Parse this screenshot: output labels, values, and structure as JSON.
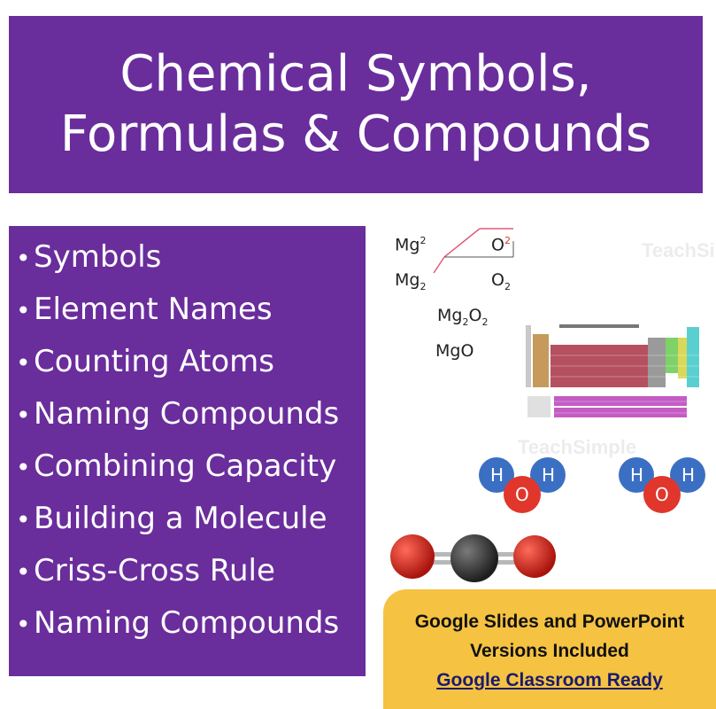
{
  "title": {
    "line1": "Chemical Symbols,",
    "line2": "Formulas & Compounds"
  },
  "topics": [
    "Symbols",
    "Element Names",
    "Counting Atoms",
    "Naming Compounds",
    "Combining Capacity",
    "Building a Molecule",
    "Criss-Cross Rule",
    "Naming Compounds"
  ],
  "formulas": {
    "mg": "Mg",
    "mg_charge": "2",
    "o": "O",
    "o_charge": "2",
    "mg2": "Mg",
    "mg2_sub": "2",
    "o2": "O",
    "o2_sub": "2",
    "combined_mg": "Mg",
    "combined_mg_sub": "2",
    "combined_o": "O",
    "combined_o_sub": "2",
    "final": "MgO"
  },
  "molecule_labels": {
    "hydrogen": "H",
    "oxygen": "O"
  },
  "badge": {
    "line1": "Google Slides and PowerPoint",
    "line2": "Versions Included",
    "line3": "Google Classroom Ready"
  },
  "watermark": "TeachSimple",
  "colors": {
    "banner": "#6a2d9c",
    "badge": "#f5c242",
    "hydrogen": "#3b6fc4",
    "oxygen": "#e0362c",
    "carbon": "#333333"
  }
}
